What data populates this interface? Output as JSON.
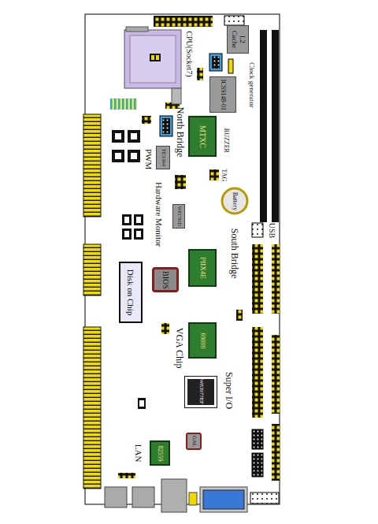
{
  "diagram": {
    "nodes": [
      {
        "text": [
          "L2 Cache"
        ]
      },
      {
        "text": [
          "ICS9148-01"
        ]
      },
      {
        "text": [
          "MTXC"
        ]
      },
      {
        "text": [
          "TE3304"
        ]
      },
      {
        "text": [
          "Battery"
        ]
      },
      {
        "text": [
          "W83781D"
        ]
      },
      {
        "text": [
          "PIIX4E"
        ]
      },
      {
        "text": [
          "BIOS"
        ]
      },
      {
        "text": [
          "Disk on Chip"
        ]
      },
      {
        "text": [
          "69000"
        ]
      },
      {
        "text": [
          "W83977EF"
        ]
      },
      {
        "text": [
          "GAL"
        ]
      },
      {
        "text": [
          "82559"
        ]
      }
    ],
    "labels": [
      "CPU(Socket7)",
      "Clock generator",
      "North Bridge",
      "BUZZER",
      "PWM",
      "TAG",
      "Hardware Monitor",
      "USB",
      "South Bridge",
      "VGA Chip",
      "Super I/O",
      "LAN"
    ]
  }
}
